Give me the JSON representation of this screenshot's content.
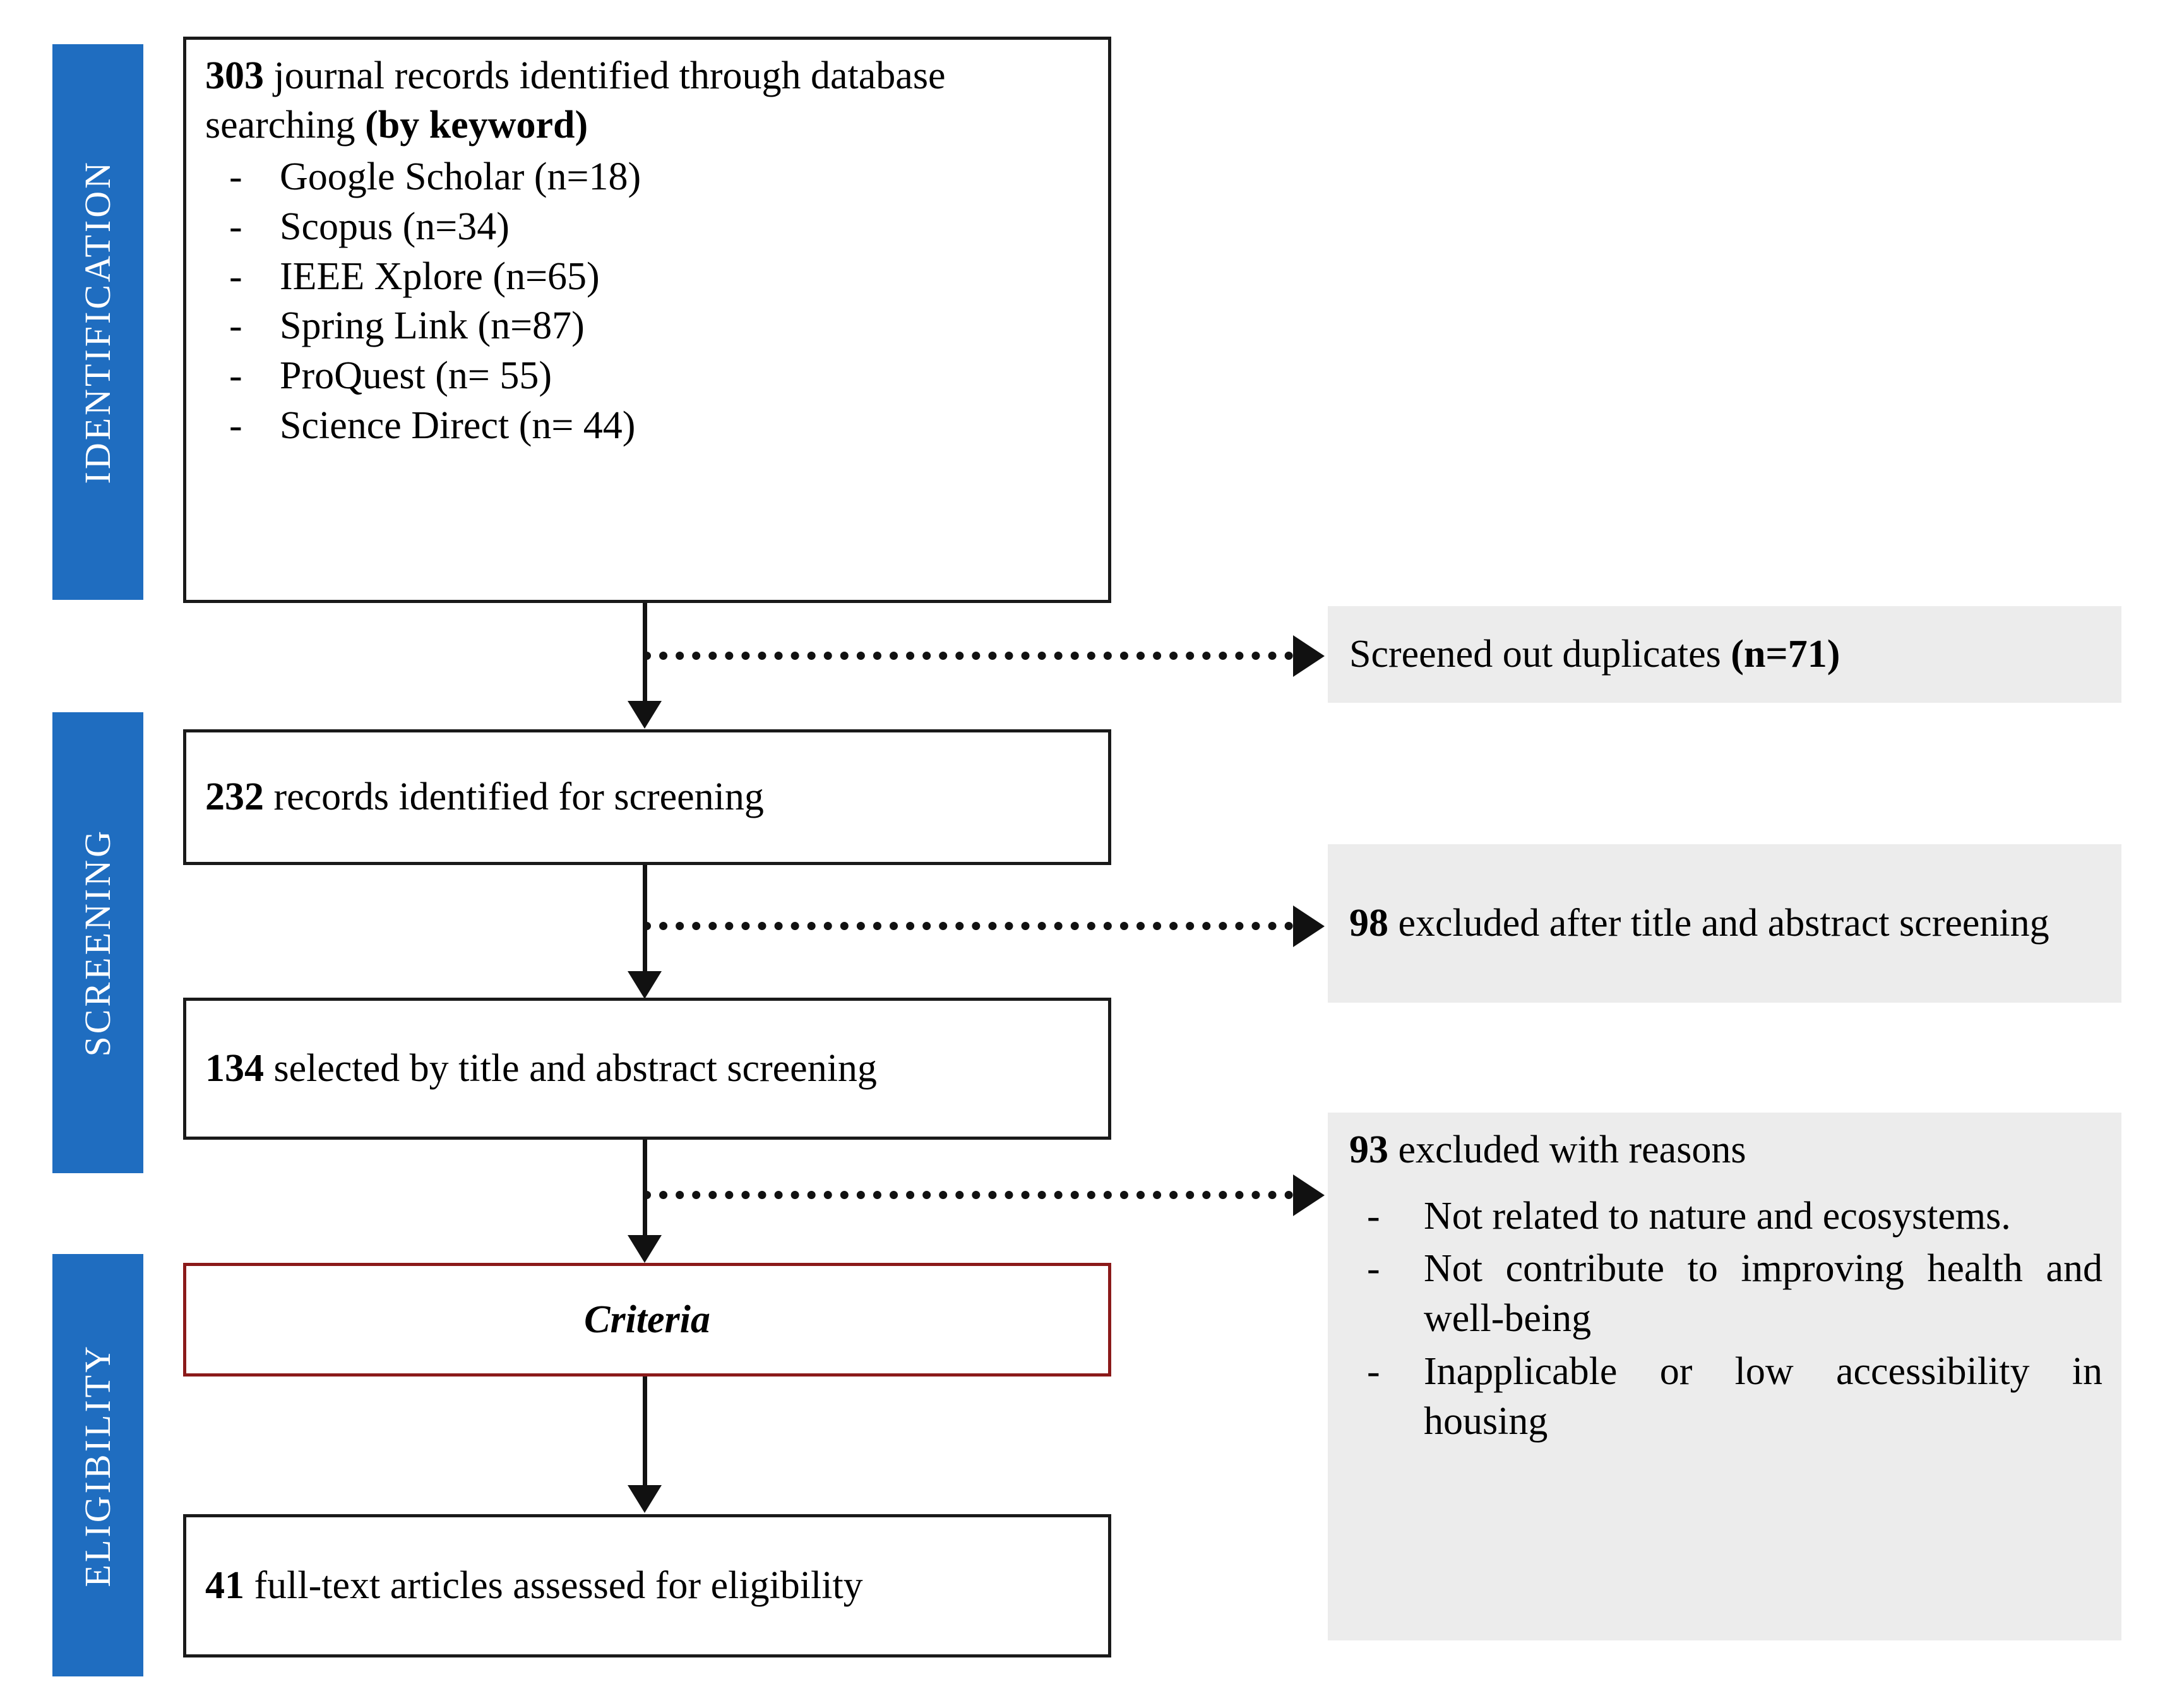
{
  "diagram": {
    "title": "PRISMA study selection flow diagram",
    "accent_blue": "#1f6dc0",
    "criteria_border": "#8b1a1a",
    "note_background": "#ececec"
  },
  "phases": [
    {
      "id": "identification",
      "label": "IDENTIFICATION"
    },
    {
      "id": "screening",
      "label": "SCREENING"
    },
    {
      "id": "eligibility",
      "label": "ELIGIBILITY"
    }
  ],
  "boxes": {
    "identified": {
      "count": "303",
      "text_before": " journal records identified through database searching ",
      "text_bold": "(by keyword)",
      "sources": [
        {
          "dash": "-",
          "label": "Google Scholar (n=18)"
        },
        {
          "dash": "-",
          "label": "Scopus (n=34)"
        },
        {
          "dash": "-",
          "label": "IEEE Xplore (n=65)"
        },
        {
          "dash": "-",
          "label": "Spring Link (n=87)"
        },
        {
          "dash": "-",
          "label": "ProQuest (n= 55)"
        },
        {
          "dash": "-",
          "label": "Science Direct (n= 44)"
        }
      ]
    },
    "screening_records": {
      "count": "232",
      "text": " records identified for screening"
    },
    "selected": {
      "count": "134",
      "text": " selected by title and abstract screening"
    },
    "criteria": {
      "label": "Criteria"
    },
    "fulltext": {
      "count": "41",
      "text": " full-text articles assessed for eligibility"
    }
  },
  "notes": {
    "duplicates": {
      "text_before": "Screened out duplicates ",
      "text_bold": "(n=71)"
    },
    "excluded_title_abstract": {
      "count": "98",
      "text": " excluded after title and abstract screening"
    },
    "excluded_reasons": {
      "count": "93",
      "text": " excluded with reasons",
      "reasons": [
        {
          "dash": "-",
          "label": "Not related to nature and ecosystems."
        },
        {
          "dash": "-",
          "label": "Not contribute to improving health and well-being"
        },
        {
          "dash": "-",
          "label": "Inapplicable or low accessibility in housing"
        }
      ]
    }
  }
}
